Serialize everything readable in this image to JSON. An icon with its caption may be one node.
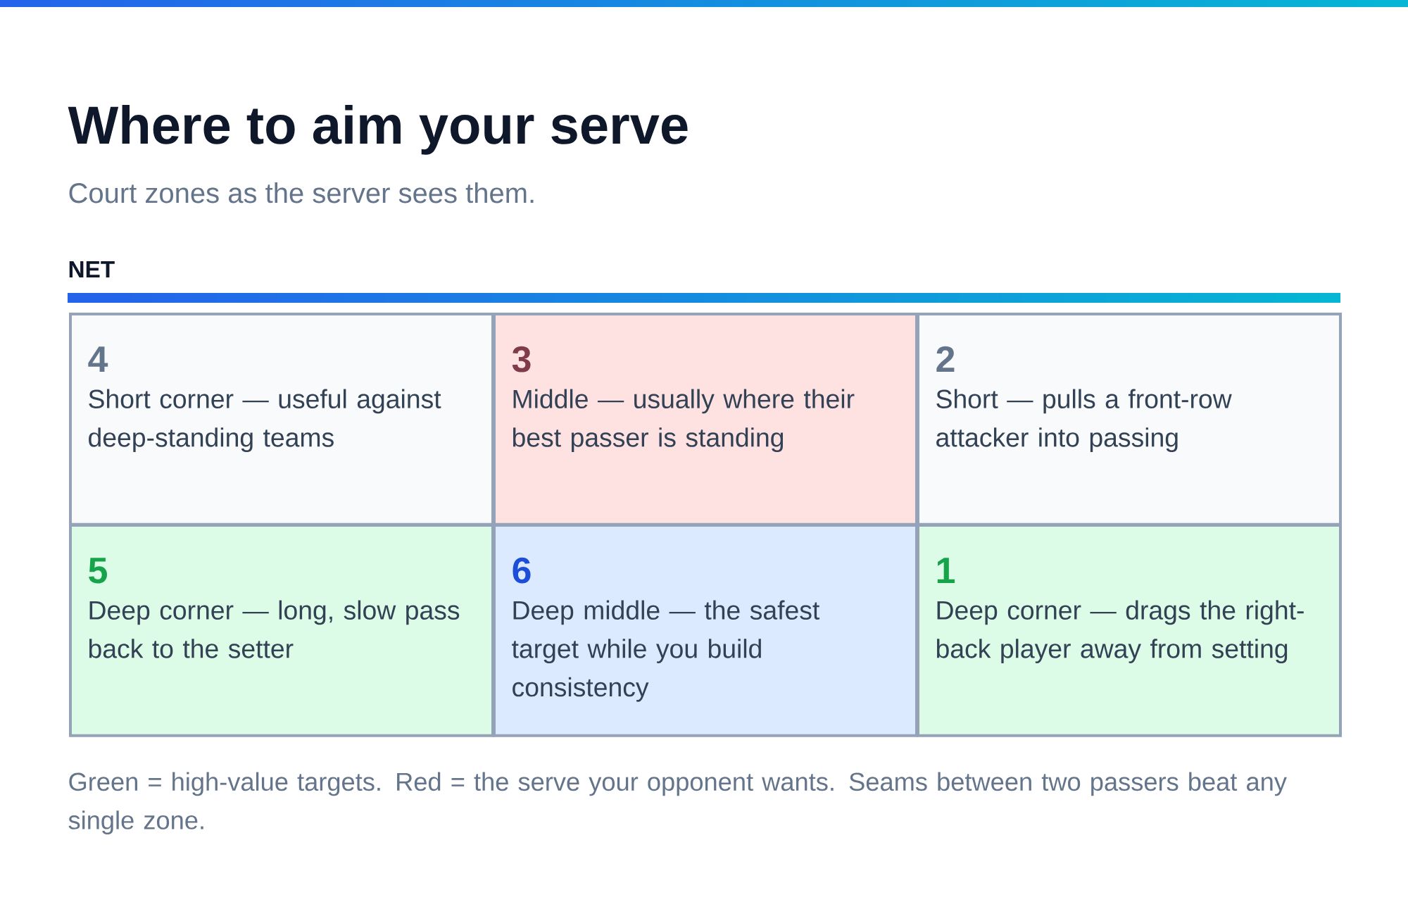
{
  "diagram": {
    "title": "Where to aim your serve",
    "nodes": [
      {
        "text": [
          "4",
          "Short corner — useful against deep-standing teams"
        ]
      },
      {
        "text": [
          "3",
          "Middle — usually where their best passer is standing"
        ]
      },
      {
        "text": [
          "2",
          "Short — pulls a front-row attacker into passing"
        ]
      },
      {
        "text": [
          "5",
          "Deep corner — long, slow pass back to the setter"
        ]
      },
      {
        "text": [
          "6",
          "Deep middle — the safest target while you build consistency"
        ]
      },
      {
        "text": [
          "1",
          "Deep corner — drags the right-back player away from setting"
        ]
      }
    ],
    "labels": [
      "Court zones as the server sees them.",
      "NET"
    ],
    "caption": "Green = high-value targets. Red = the serve your opponent wants. Seams between two passers beat any single zone."
  }
}
